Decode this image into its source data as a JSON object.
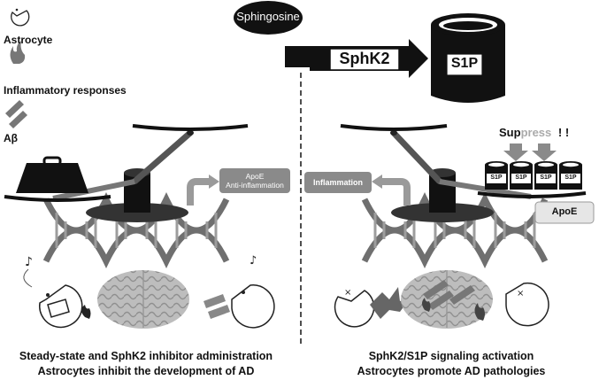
{
  "legend": {
    "astrocyte": "Astrocyte",
    "inflammatory": "Inflammatory responses",
    "abeta": "Aβ"
  },
  "top": {
    "sphingosine": "Sphingosine",
    "enzyme": "SphK2",
    "product": "S1P"
  },
  "left": {
    "apoe_box_line1": "ApoE",
    "apoe_box_line2": "Anti-inflammation",
    "caption_line1": "Steady-state and SphK2 inhibitor administration",
    "caption_line2": "Astrocytes inhibit the development of AD"
  },
  "right": {
    "inflammation_box": "Inflammation",
    "suppress_main": "Sup",
    "suppress_faded": "press",
    "suppress_marks": "! !",
    "barrel_labels": [
      "S1P",
      "S1P",
      "S1P",
      "S1P"
    ],
    "apoe_label": "ApoE",
    "caption_line1": "SphK2/S1P signaling activation",
    "caption_line2": "Astrocytes promote AD pathologies"
  },
  "colors": {
    "dark": "#111111",
    "gray_box": "#8a8a8a",
    "arrow_gray": "#9a9a9a",
    "dna_gray": "#6f6f6f",
    "brain_gray": "#b8b8b8"
  }
}
